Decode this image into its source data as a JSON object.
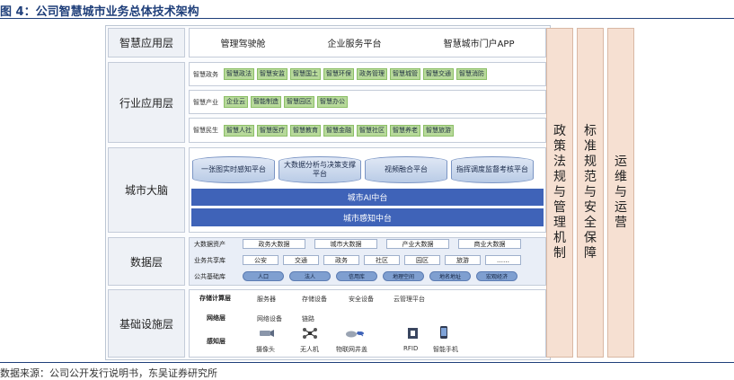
{
  "title": "图 4：公司智慧城市业务总体技术架构",
  "source": "数据来源：公司公开发行说明书，东吴证券研究所",
  "layers": {
    "app": {
      "label": "智慧应用层",
      "items": [
        "管理驾驶舱",
        "企业服务平台",
        "智慧城市门户APP"
      ]
    },
    "industry": {
      "label": "行业应用层",
      "rows": [
        {
          "head": "智慧政务",
          "items": [
            "智慧政法",
            "智慧安监",
            "智慧国土",
            "智慧环保",
            "政务管理",
            "智慧城管",
            "智慧交通",
            "智慧消防"
          ]
        },
        {
          "head": "智慧产业",
          "items": [
            "企业云",
            "智能制造",
            "智慧园区",
            "智慧办公"
          ]
        },
        {
          "head": "智慧民生",
          "items": [
            "智慧人社",
            "智慧医疗",
            "智慧教育",
            "智慧金融",
            "智慧社区",
            "智慧养老",
            "智慧旅游"
          ]
        }
      ]
    },
    "brain": {
      "label": "城市大脑",
      "platforms": [
        "一张图实时感知平台",
        "大数据分析与决策支撑平台",
        "视频融合平台",
        "指挥调度监督考核平台"
      ],
      "bars": [
        "城市AI中台",
        "城市感知中台"
      ]
    },
    "data": {
      "label": "数据层",
      "rows": [
        {
          "head": "大数据资产",
          "items": [
            "政务大数据",
            "城市大数据",
            "产业大数据",
            "商业大数据"
          ]
        },
        {
          "head": "业务共享库",
          "items": [
            "公安",
            "交通",
            "政务",
            "社区",
            "园区",
            "旅游",
            "……"
          ]
        },
        {
          "head": "公共基础库",
          "items": [
            "人口",
            "法人",
            "信用库",
            "地理空间",
            "地名地址",
            "宏观经济"
          ]
        }
      ]
    },
    "infra": {
      "label": "基础设施层",
      "compute": {
        "head": "存储计算层",
        "items": [
          "服务器",
          "存储设备",
          "安全设备",
          "云管理平台"
        ]
      },
      "network": {
        "head": "网络层",
        "items": [
          "网络设备",
          "链路"
        ]
      },
      "sensing": {
        "head": "感知层",
        "items": [
          "摄像头",
          "无人机",
          "物联网井盖",
          "RFID",
          "智能手机"
        ]
      }
    }
  },
  "columns": [
    {
      "chars": [
        "政",
        "策",
        "法",
        "规",
        "与",
        "管",
        "理",
        "机",
        "制"
      ]
    },
    {
      "chars": [
        "标",
        "准",
        "规",
        "范",
        "与",
        "安",
        "全",
        "保",
        "障"
      ]
    },
    {
      "chars": [
        "运",
        "维",
        "与",
        "运",
        "营"
      ]
    }
  ],
  "colors": {
    "navy": "#1f3f7a",
    "chip_green": "#b7d99a",
    "bar_blue": "#3f63b8",
    "column_bg": "#f6e0d2",
    "pill_blue": "#7f9fd0"
  },
  "icons": {
    "sensing": [
      "camera-icon",
      "drone-icon",
      "manhole-icon",
      "rfid-icon",
      "smartphone-icon"
    ]
  }
}
